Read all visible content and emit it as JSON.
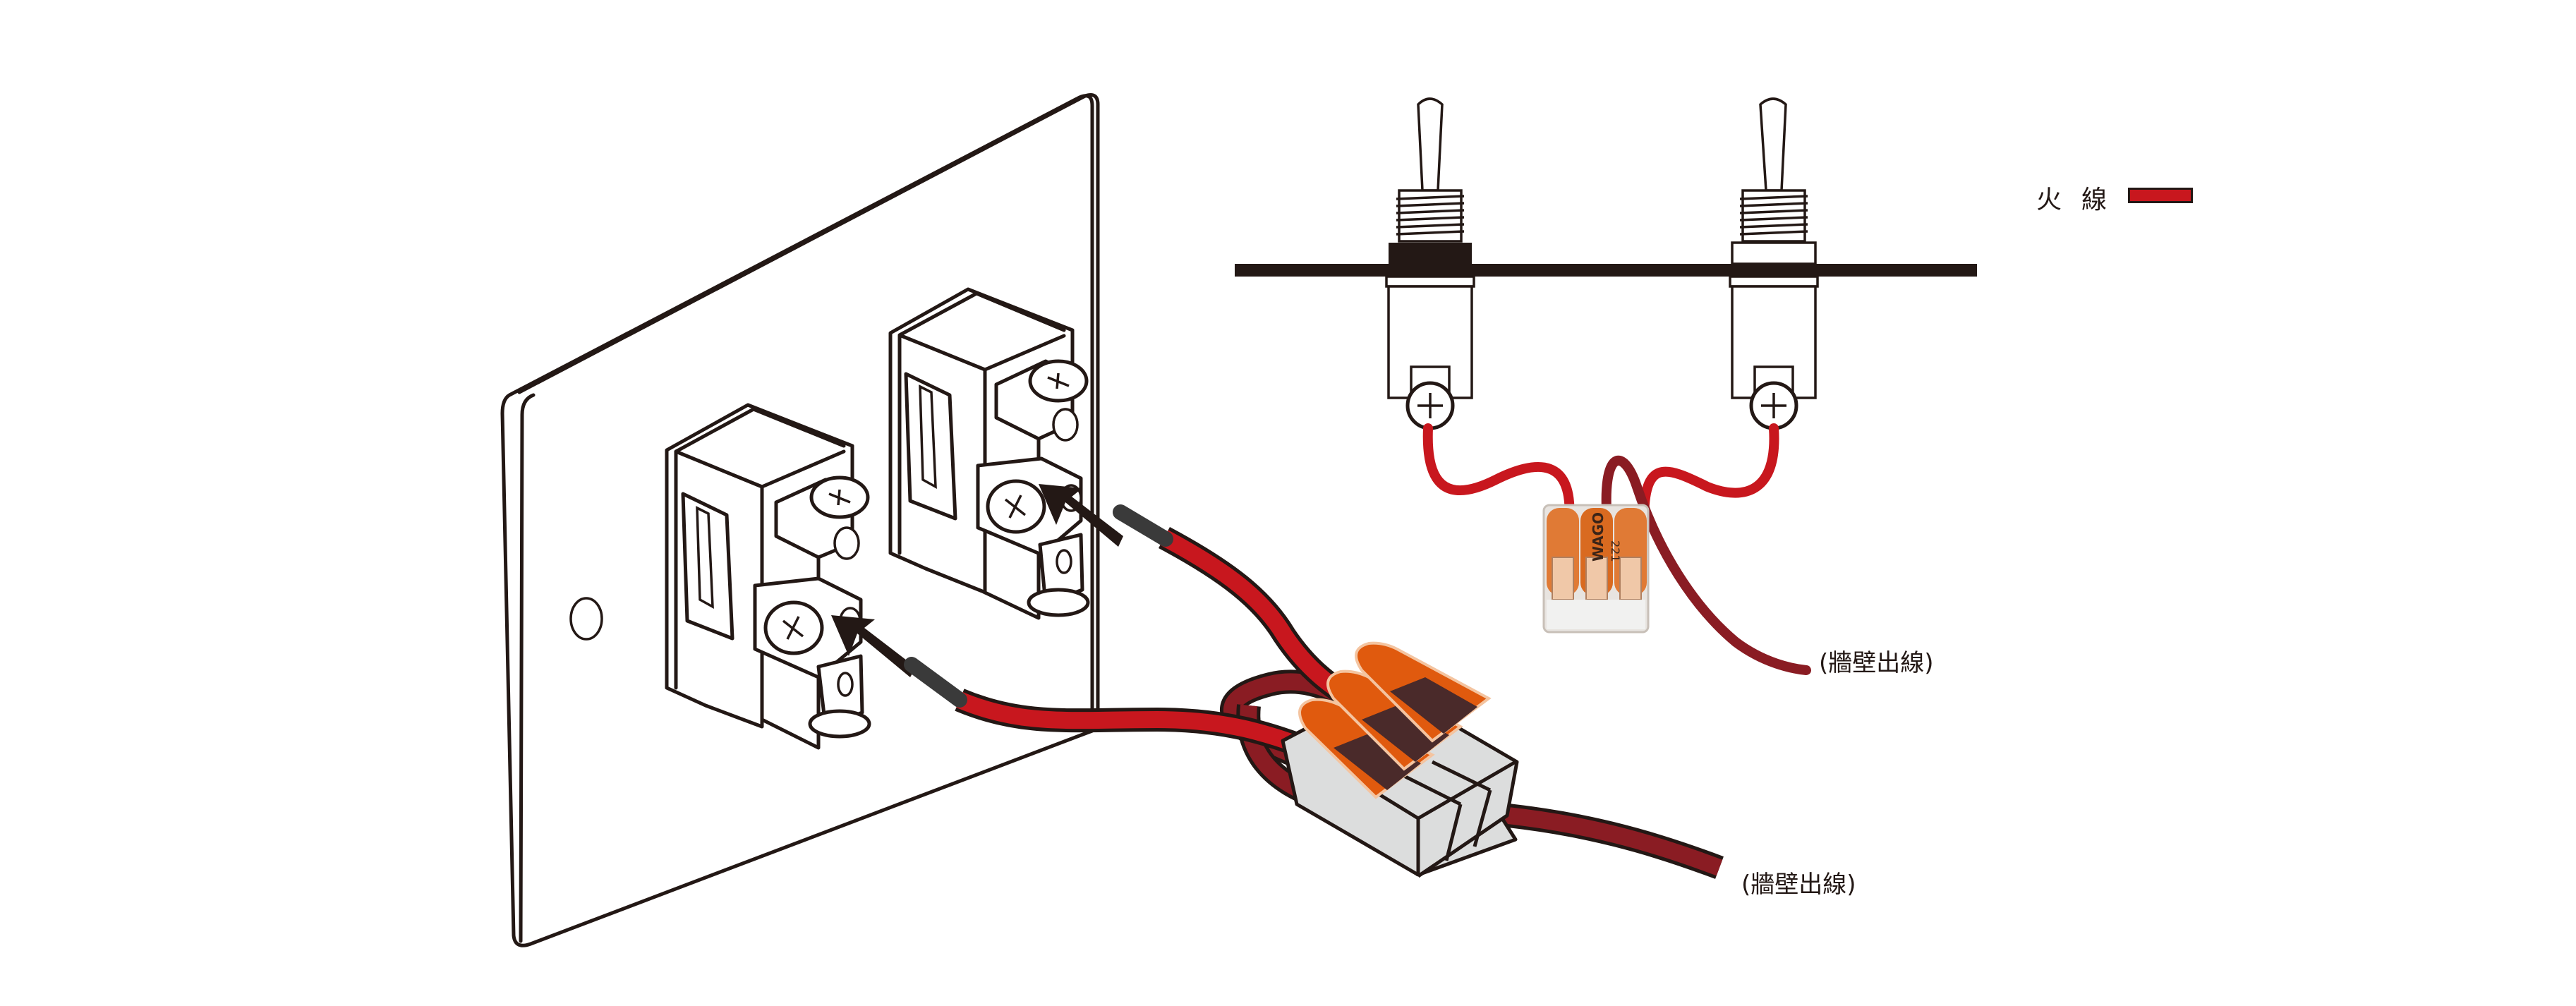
{
  "diagram": {
    "title": "Wiring two switches to the live wire using a WAGO 221 lever connector",
    "legend": {
      "label": "火線",
      "meaning": "live wire",
      "swatch_color": "#c8171e"
    },
    "labels": {
      "wall_outlet_wire_right": "(牆壁出線)",
      "wall_outlet_wire_bottom": "(牆壁出線)"
    },
    "connector": {
      "brand": "WAGO",
      "model": "221",
      "lever_count": 3,
      "lever_color": "#e05a0e",
      "body_color": "#dcdddd"
    },
    "colors": {
      "live_wire": "#c8171e",
      "wall_wire": "#8a1c23",
      "outline": "#231815",
      "stripped_core": "#3a3a3a"
    },
    "components": [
      {
        "name": "wall-plate",
        "description": "Rear of a double switch wall plate"
      },
      {
        "name": "switch-module-left",
        "description": "Rocker switch module with screw terminal"
      },
      {
        "name": "switch-module-right",
        "description": "Rocker switch module with screw terminal"
      },
      {
        "name": "toggle-switch-left",
        "description": "Toggle switch through panel"
      },
      {
        "name": "toggle-switch-right",
        "description": "Toggle switch through panel"
      }
    ]
  }
}
